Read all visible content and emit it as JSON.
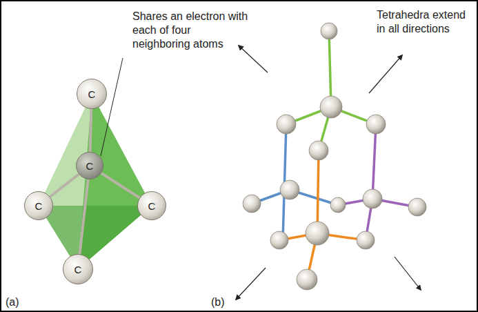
{
  "diagram": {
    "nodes": [
      {
        "text": [
          "C"
        ]
      },
      {
        "text": [
          "C"
        ]
      },
      {
        "text": [
          "C"
        ]
      },
      {
        "text": [
          "C"
        ]
      },
      {
        "text": [
          "C"
        ]
      }
    ],
    "edges": [
      {
        "from": 1,
        "to": 0,
        "arrow": "none"
      },
      {
        "from": 1,
        "to": 2,
        "arrow": "none"
      },
      {
        "from": 1,
        "to": 3,
        "arrow": "none"
      },
      {
        "from": 1,
        "to": 4,
        "arrow": "none"
      }
    ],
    "labels": [
      "Shares an electron with each of four neighboring atoms",
      "Tetrahedra extend in all directions",
      "(a)",
      "(b)"
    ]
  }
}
